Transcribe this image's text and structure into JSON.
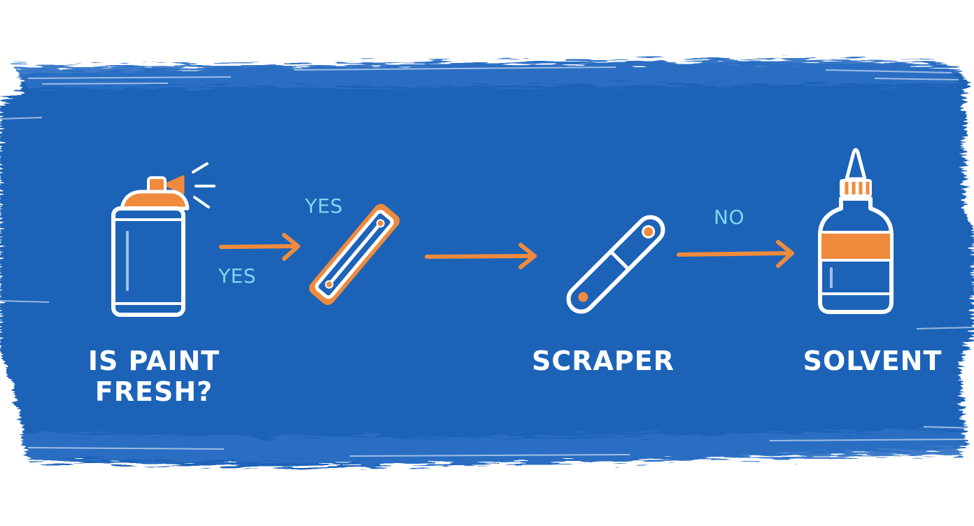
{
  "colors": {
    "brush_blue": "#1f63b8",
    "brush_edge": "#2a6fc4",
    "accent_orange": "#f08a3c",
    "line_white": "#ffffff",
    "branch_label_cyan": "#7fd6f0"
  },
  "icons": {
    "spray_can": "spray-can-icon",
    "putty_knife": "putty-knife-icon",
    "scraper": "scraper-icon",
    "solvent_bottle": "solvent-bottle-icon",
    "arrow": "arrow-right-icon"
  },
  "labels": {
    "start_line1": "IS PAINT",
    "start_line2": "FRESH?",
    "scraper": "SCRAPER",
    "solvent": "SOLVENT",
    "yes_top": "YES",
    "yes_bottom": "YES",
    "no": "NO"
  }
}
